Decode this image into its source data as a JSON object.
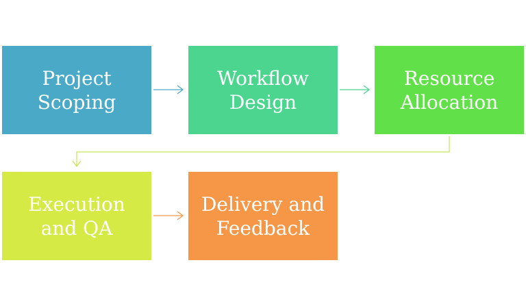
{
  "steps": [
    {
      "label": "Project Scoping",
      "color": "#4aa9c6"
    },
    {
      "label": "Workflow Design",
      "color": "#4bd58f"
    },
    {
      "label": "Resource Allocation",
      "color": "#62e04a"
    },
    {
      "label": "Execution and QA",
      "color": "#d5ea44"
    },
    {
      "label": "Delivery and Feedback",
      "color": "#f59746"
    }
  ],
  "connectors": [
    {
      "from": "Project Scoping",
      "to": "Workflow Design",
      "color": "#4aa9c6"
    },
    {
      "from": "Workflow Design",
      "to": "Resource Allocation",
      "color": "#4bd58f"
    },
    {
      "from": "Resource Allocation",
      "to": "Execution and QA",
      "color": "#c8e65a"
    },
    {
      "from": "Execution and QA",
      "to": "Delivery and Feedback",
      "color": "#f59746"
    }
  ]
}
